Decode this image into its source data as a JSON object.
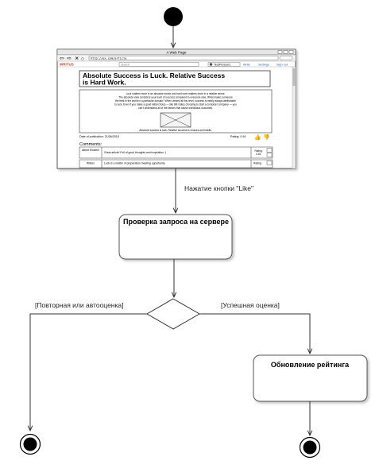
{
  "flow": {
    "edge_like_label": "Нажатие кнопки \"Like\"",
    "check_label": "Проверка запроса на сервере",
    "guard_repeat": "[Повторная или автооценка]",
    "guard_success": "[Успешная оценка]",
    "update_label": "Обновление рейтинга"
  },
  "mockup": {
    "window_title": "A Web Page",
    "url": "http://ex.com/article",
    "logo": "WRITUS",
    "search_placeholder": "search",
    "user_name": "TestPerson1",
    "nav": [
      "Write",
      "Settings",
      "Sign out"
    ],
    "article_title_line1": "Absolute Success is Luck. Relative Success",
    "article_title_line2": "is Hard Work.",
    "body_lines": [
      "Luck matters more in an absolute sense and hard work matters more in a relative sense.",
      "The absolute view considers your level of success compared to everyone else. What makes someone",
      "the best in the world in a particular domain? When viewed at this level, success is nearly always attributable",
      "to luck. Even if you make a good initial choice — like Bill Gates choosing to start a computer company — you",
      "can't understand all of the factors that cause worldclass outcomes."
    ],
    "caption": "Absolute success is luck. Relative success is choices and habits.",
    "date_label": "Date of publication: 21/06/2018",
    "rating_label": "Rating: 0.94",
    "comments_heading": "Comments:",
    "comments": [
      {
        "author": "Albert Einstein",
        "text": "Great article! Full of good thoughts and inspiration :)",
        "rating": "Rating: 0.81"
      },
      {
        "author": "Wilson",
        "text": "Luck is a matter of preparation meeting opportunity.",
        "rating": "Rating"
      }
    ]
  }
}
